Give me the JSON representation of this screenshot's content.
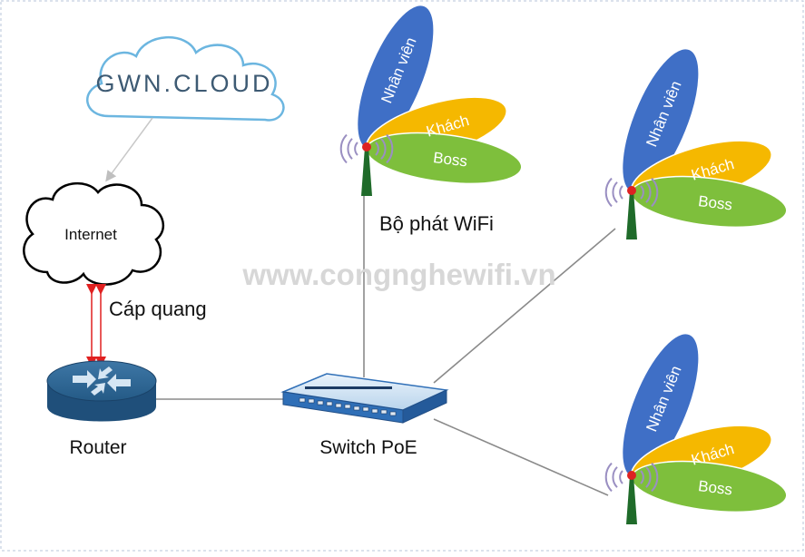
{
  "cloud": {
    "label": "GWN.CLOUD"
  },
  "internet": {
    "label": "Internet"
  },
  "fiber": {
    "label": "Cáp quang"
  },
  "router": {
    "label": "Router"
  },
  "switch": {
    "label": "Switch PoE"
  },
  "watermark": {
    "text": "www.congnghewifi.vn"
  },
  "access_points": [
    {
      "caption": "Bộ phát WiFi",
      "ssids": [
        {
          "label": "Nhân viên",
          "color": "#3f6fc6"
        },
        {
          "label": "Khách",
          "color": "#f5b800"
        },
        {
          "label": "Boss",
          "color": "#7ebf3c"
        }
      ]
    },
    {
      "caption": "",
      "ssids": [
        {
          "label": "Nhân viên",
          "color": "#3f6fc6"
        },
        {
          "label": "Khách",
          "color": "#f5b800"
        },
        {
          "label": "Boss",
          "color": "#7ebf3c"
        }
      ]
    },
    {
      "caption": "",
      "ssids": [
        {
          "label": "Nhân viên",
          "color": "#3f6fc6"
        },
        {
          "label": "Khách",
          "color": "#f5b800"
        },
        {
          "label": "Boss",
          "color": "#7ebf3c"
        }
      ]
    }
  ],
  "colors": {
    "cloud_outline": "#6cb6e0",
    "cloud_text": "#3d5a73",
    "router_body": "#1f4f7a",
    "switch_body": "#2f6fb7",
    "link_line": "#8a8a8a",
    "fiber_line": "#e02020",
    "antenna": "#1f6b2a"
  }
}
